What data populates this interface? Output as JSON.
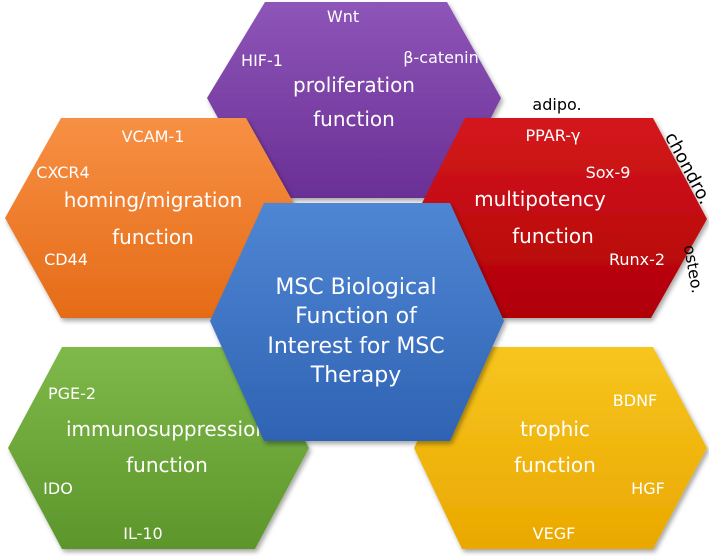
{
  "center": {
    "lines": [
      "MSC Biological",
      "Function of",
      "Interest for MSC",
      "Therapy"
    ],
    "color": "#3d74c4"
  },
  "hexes": {
    "proliferation": {
      "color": "#7a3fa5",
      "title": "proliferation",
      "subtitle": "function",
      "markers": [
        "Wnt",
        "HIF-1",
        "β-catenin"
      ]
    },
    "multipotency": {
      "color": "#c40c11",
      "title": "multipotency",
      "subtitle": "function",
      "markers": [
        "PPAR-γ",
        "Sox-9",
        "Runx-2"
      ],
      "lineages": [
        "adipo.",
        "chondro.",
        "osteo."
      ]
    },
    "homing": {
      "color": "#ef7b2a",
      "title": "homing/migration",
      "subtitle": "function",
      "markers": [
        "VCAM-1",
        "CXCR4",
        "CD44"
      ]
    },
    "immuno": {
      "color": "#6ba539",
      "title": "immunosuppression",
      "subtitle": "function",
      "markers": [
        "PGE-2",
        "IDO",
        "IL-10"
      ]
    },
    "trophic": {
      "color": "#f2b60c",
      "title": "trophic",
      "subtitle": "function",
      "markers": [
        "BDNF",
        "HGF",
        "VEGF"
      ]
    }
  }
}
